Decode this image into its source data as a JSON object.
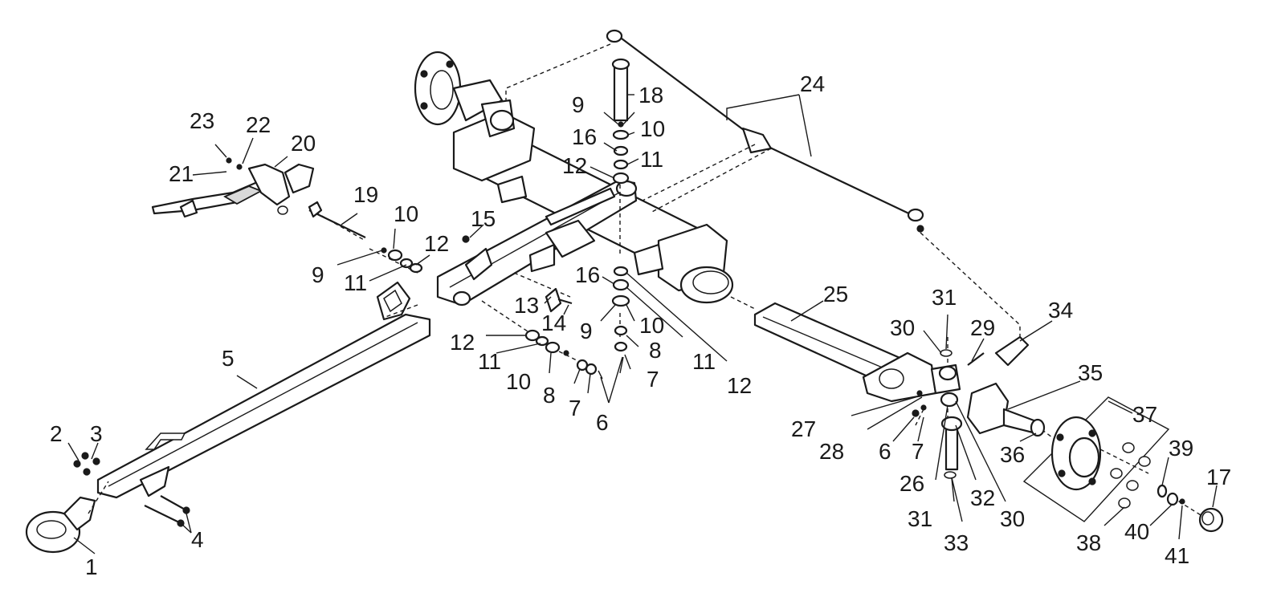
{
  "callouts": [
    {
      "id": "c1",
      "text": "1"
    },
    {
      "id": "c2",
      "text": "2"
    },
    {
      "id": "c3",
      "text": "3"
    },
    {
      "id": "c4",
      "text": "4"
    },
    {
      "id": "c5",
      "text": "5"
    },
    {
      "id": "c6a",
      "text": "6"
    },
    {
      "id": "c6b",
      "text": "6"
    },
    {
      "id": "c7a",
      "text": "7"
    },
    {
      "id": "c7b",
      "text": "7"
    },
    {
      "id": "c7c",
      "text": "7"
    },
    {
      "id": "c8a",
      "text": "8"
    },
    {
      "id": "c8b",
      "text": "8"
    },
    {
      "id": "c9a",
      "text": "9"
    },
    {
      "id": "c9b",
      "text": "9"
    },
    {
      "id": "c9c",
      "text": "9"
    },
    {
      "id": "c10a",
      "text": "10"
    },
    {
      "id": "c10b",
      "text": "10"
    },
    {
      "id": "c10c",
      "text": "10"
    },
    {
      "id": "c10d",
      "text": "10"
    },
    {
      "id": "c11a",
      "text": "11"
    },
    {
      "id": "c11b",
      "text": "11"
    },
    {
      "id": "c11c",
      "text": "11"
    },
    {
      "id": "c11d",
      "text": "11"
    },
    {
      "id": "c12a",
      "text": "12"
    },
    {
      "id": "c12b",
      "text": "12"
    },
    {
      "id": "c12c",
      "text": "12"
    },
    {
      "id": "c12d",
      "text": "12"
    },
    {
      "id": "c13",
      "text": "13"
    },
    {
      "id": "c14",
      "text": "14"
    },
    {
      "id": "c15",
      "text": "15"
    },
    {
      "id": "c16a",
      "text": "16"
    },
    {
      "id": "c16b",
      "text": "16"
    },
    {
      "id": "c17",
      "text": "17"
    },
    {
      "id": "c18",
      "text": "18"
    },
    {
      "id": "c19",
      "text": "19"
    },
    {
      "id": "c20",
      "text": "20"
    },
    {
      "id": "c21",
      "text": "21"
    },
    {
      "id": "c22",
      "text": "22"
    },
    {
      "id": "c23",
      "text": "23"
    },
    {
      "id": "c24",
      "text": "24"
    },
    {
      "id": "c25",
      "text": "25"
    },
    {
      "id": "c26",
      "text": "26"
    },
    {
      "id": "c27",
      "text": "27"
    },
    {
      "id": "c28",
      "text": "28"
    },
    {
      "id": "c29",
      "text": "29"
    },
    {
      "id": "c30a",
      "text": "30"
    },
    {
      "id": "c30b",
      "text": "30"
    },
    {
      "id": "c31a",
      "text": "31"
    },
    {
      "id": "c31b",
      "text": "31"
    },
    {
      "id": "c32",
      "text": "32"
    },
    {
      "id": "c33",
      "text": "33"
    },
    {
      "id": "c34",
      "text": "34"
    },
    {
      "id": "c35",
      "text": "35"
    },
    {
      "id": "c36",
      "text": "36"
    },
    {
      "id": "c37",
      "text": "37"
    },
    {
      "id": "c38",
      "text": "38"
    },
    {
      "id": "c39",
      "text": "39"
    },
    {
      "id": "c40",
      "text": "40"
    },
    {
      "id": "c41",
      "text": "41"
    }
  ]
}
